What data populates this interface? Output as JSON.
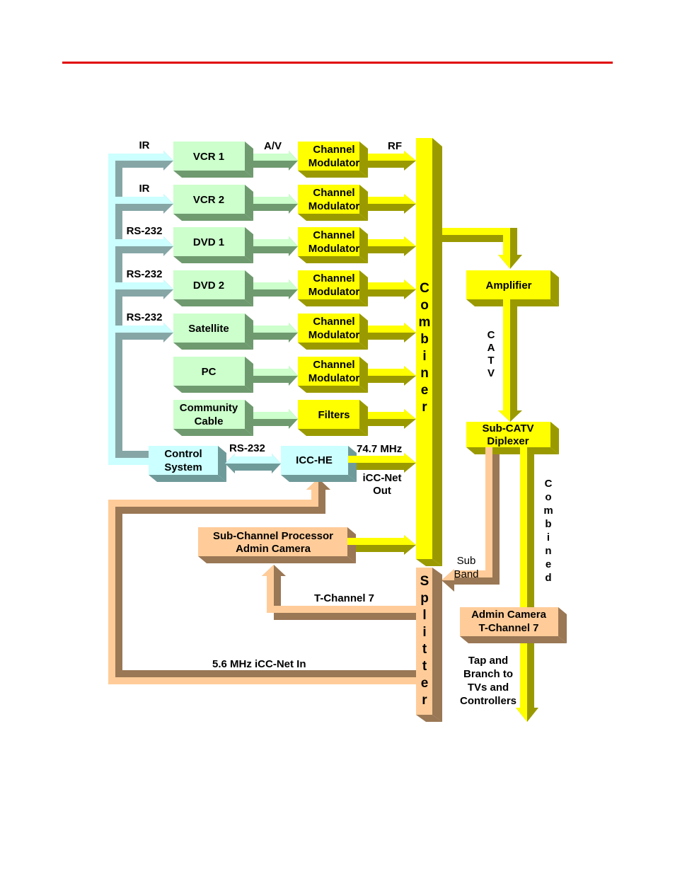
{
  "colors": {
    "rule": "#e00000",
    "source_fill": "#ccffcc",
    "source_shade": "#6f9a6f",
    "modulator_fill": "#ffff00",
    "modulator_shade": "#9a9a00",
    "control_fill": "#ccffff",
    "control_shade": "#6f9a9a",
    "ctl_arrow": "#86a6a6",
    "sub_fill": "#ffcc99",
    "sub_shade": "#9a7755"
  },
  "sources": [
    {
      "label": "VCR 1",
      "line1": "VCR 1",
      "line2": ""
    },
    {
      "label": "VCR 2",
      "line1": "VCR 2",
      "line2": ""
    },
    {
      "label": "DVD 1",
      "line1": "DVD 1",
      "line2": ""
    },
    {
      "label": "DVD 2",
      "line1": "DVD 2",
      "line2": ""
    },
    {
      "label": "Satellite",
      "line1": "Satellite",
      "line2": ""
    },
    {
      "label": "PC",
      "line1": "PC",
      "line2": ""
    },
    {
      "label": "Community Cable",
      "line1": "Community",
      "line2": "Cable"
    }
  ],
  "modulators": [
    {
      "line1": "Channel",
      "line2": "Modulator"
    },
    {
      "line1": "Channel",
      "line2": "Modulator"
    },
    {
      "line1": "Channel",
      "line2": "Modulator"
    },
    {
      "line1": "Channel",
      "line2": "Modulator"
    },
    {
      "line1": "Channel",
      "line2": "Modulator"
    },
    {
      "line1": "Channel",
      "line2": "Modulator"
    },
    {
      "line1": "Filters",
      "line2": ""
    }
  ],
  "control_labels": [
    "IR",
    "IR",
    "RS-232",
    "RS-232",
    "RS-232"
  ],
  "labels": {
    "av": "A/V",
    "rf": "RF",
    "rs232_icc": "RS-232",
    "mhz747": "74.7 MHz",
    "iccnet_out_1": "iCC-Net",
    "iccnet_out_2": "Out",
    "sub_band_1": "Sub",
    "sub_band_2": "Band",
    "tchannel7": "T-Channel 7",
    "iccnet_in": "5.6 MHz  iCC-Net In",
    "tap_1": "Tap and",
    "tap_2": "Branch to",
    "tap_3": "TVs and",
    "tap_4": "Controllers"
  },
  "control_system": {
    "line1": "Control",
    "line2": "System"
  },
  "icc_he": {
    "label": "ICC-HE"
  },
  "sub_processor": {
    "line1": "Sub-Channel Processor",
    "line2": "Admin Camera"
  },
  "amplifier": {
    "label": "Amplifier"
  },
  "diplexer": {
    "line1": "Sub-CATV",
    "line2": "Diplexer"
  },
  "admin_camera": {
    "line1": "Admin Camera",
    "line2": "T-Channel 7"
  },
  "combiner": {
    "letters": [
      "C",
      "o",
      "m",
      "b",
      "i",
      "n",
      "e",
      "r"
    ]
  },
  "splitter": {
    "letters": [
      "S",
      "p",
      "l",
      "i",
      "t",
      "t",
      "e",
      "r"
    ]
  },
  "catv": {
    "letters": [
      "C",
      "A",
      "T",
      "V"
    ]
  },
  "combined": {
    "letters": [
      "C",
      "o",
      "m",
      "b",
      "i",
      "n",
      "e",
      "d"
    ]
  }
}
